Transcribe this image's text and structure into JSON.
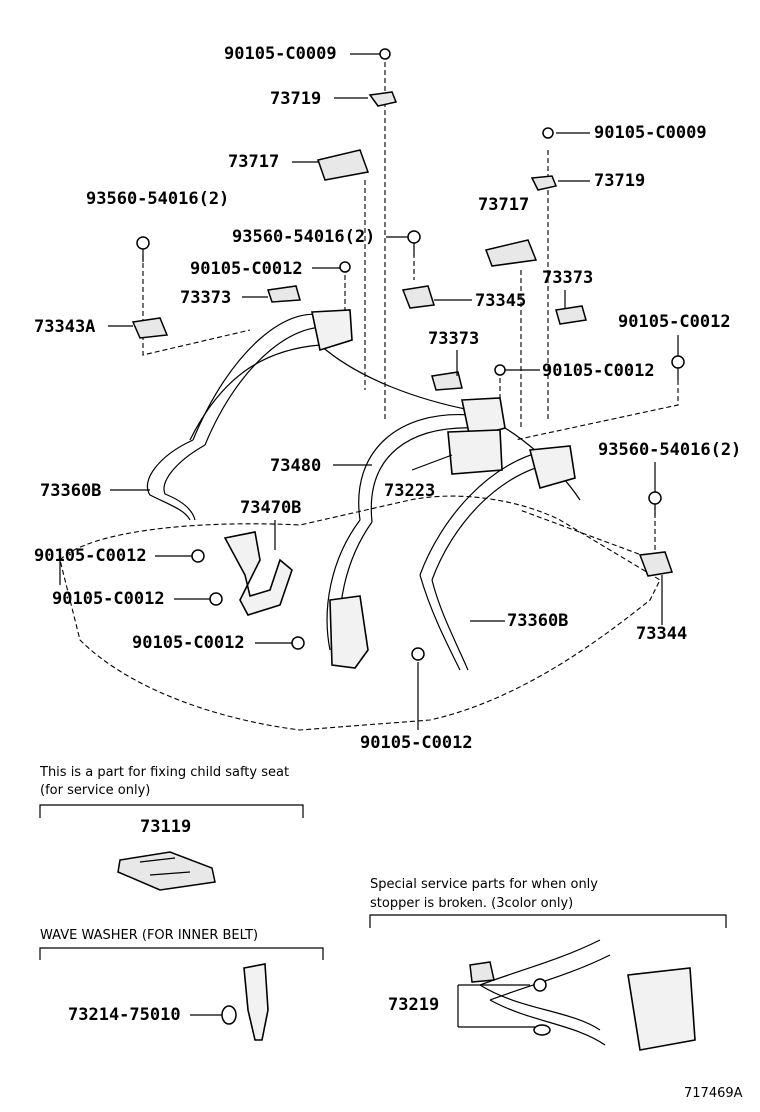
{
  "parts": {
    "p_90105_C0009_a": "90105-C0009",
    "p_73719_a": "73719",
    "p_73717_a": "73717",
    "p_93560_54016_a": "93560-54016(2)",
    "p_90105_C0012_a": "90105-C0012",
    "p_73373_a": "73373",
    "p_73343A": "73343A",
    "p_90105_C0009_b": "90105-C0009",
    "p_73719_b": "73719",
    "p_73717_b": "73717",
    "p_93560_54016_b": "93560-54016(2)",
    "p_73373_b": "73373",
    "p_73345": "73345",
    "p_90105_C0012_b": "90105-C0012",
    "p_73373_c": "73373",
    "p_90105_C0012_c": "90105-C0012",
    "p_93560_54016_c": "93560-54016(2)",
    "p_73480": "73480",
    "p_73223": "73223",
    "p_73360B_a": "73360B",
    "p_73470B": "73470B",
    "p_90105_C0012_d": "90105-C0012",
    "p_90105_C0012_e": "90105-C0012",
    "p_90105_C0012_f": "90105-C0012",
    "p_73360B_b": "73360B",
    "p_73344": "73344",
    "p_90105_C0012_g": "90105-C0012",
    "p_73119": "73119",
    "p_73214_75010": "73214-75010",
    "p_73219": "73219"
  },
  "notes": {
    "child_seat_line1": "This is a part for fixing child safty seat",
    "child_seat_line2": "(for service only)",
    "wave_washer": "WAVE WASHER (FOR INNER BELT)",
    "special_line1": "Special service parts for when only",
    "special_line2": "stopper is broken. (3color only)"
  },
  "diagram_ref": "717469A"
}
